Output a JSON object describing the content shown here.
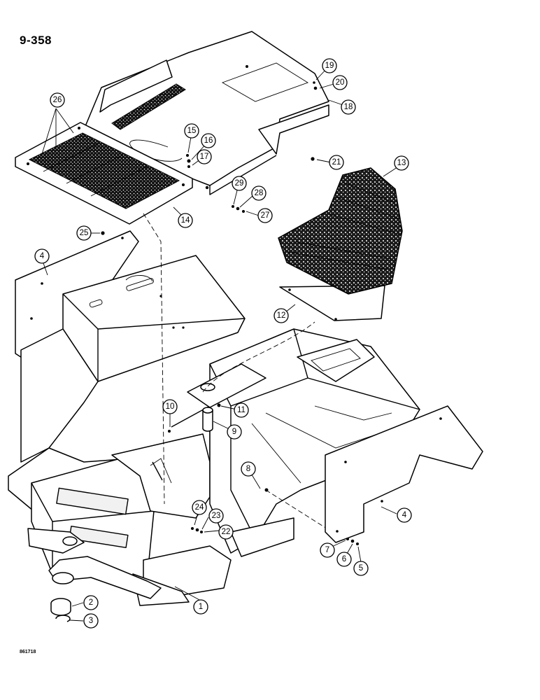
{
  "page_number": "9-358",
  "figure_code": "861718",
  "callouts": [
    "1",
    "2",
    "3",
    "4",
    "4",
    "5",
    "6",
    "7",
    "8",
    "9",
    "10",
    "11",
    "12",
    "13",
    "14",
    "15",
    "16",
    "17",
    "18",
    "19",
    "20",
    "21",
    "22",
    "23",
    "24",
    "25",
    "26",
    "27",
    "28",
    "29"
  ]
}
